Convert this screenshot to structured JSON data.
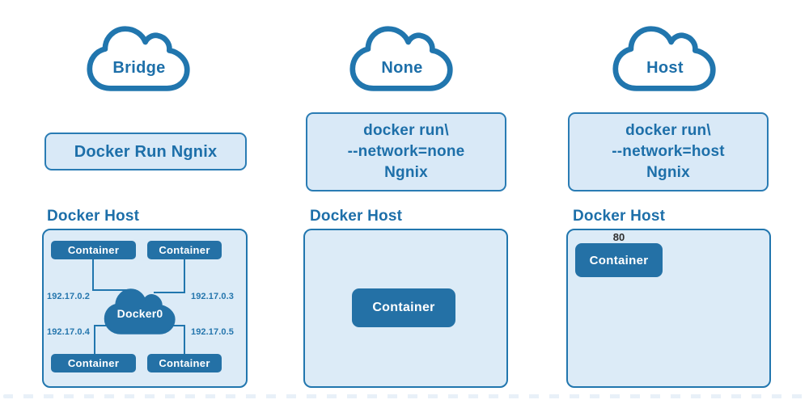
{
  "colors": {
    "accent_text": "#1d6fa9",
    "border_blue": "#2176ae",
    "dark_fill": "#2471a6",
    "light_fill": "#dcebf7",
    "command_fill": "#d9e9f7",
    "container_text": "#ffffff",
    "port_text": "#2f2f2f"
  },
  "columns": [
    {
      "cloud_label": "Bridge",
      "command_lines": [
        "Docker Run Ngnix"
      ],
      "host_title": "Docker Host",
      "containers": [
        "Container",
        "Container",
        "Container",
        "Container"
      ],
      "bridge": {
        "label": "Docker0",
        "ips": [
          "192.17.0.2",
          "192.17.0.3",
          "192.17.0.4",
          "192.17.0.5"
        ]
      }
    },
    {
      "cloud_label": "None",
      "command_lines": [
        "docker run\\",
        "--network=none",
        "Ngnix"
      ],
      "host_title": "Docker Host",
      "containers": [
        "Container"
      ]
    },
    {
      "cloud_label": "Host",
      "command_lines": [
        "docker run\\",
        "--network=host",
        "Ngnix"
      ],
      "host_title": "Docker Host",
      "port_label": "80",
      "containers": [
        "Container"
      ]
    }
  ]
}
